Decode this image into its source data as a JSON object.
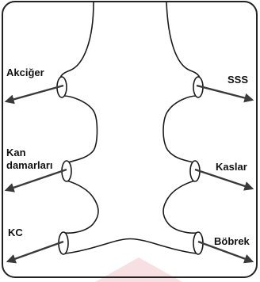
{
  "labels": {
    "lung": "Akciğer",
    "cns": "SSS",
    "blood_vessels_line1": "Kan",
    "blood_vessels_line2": "damarları",
    "muscles": "Kaslar",
    "liver": "KC",
    "kidney": "Böbrek"
  },
  "colors": {
    "outline": "#1a1a1a",
    "arrow": "#3a3a3a",
    "frame": "#222222",
    "watermark": "#f4d2d6"
  }
}
